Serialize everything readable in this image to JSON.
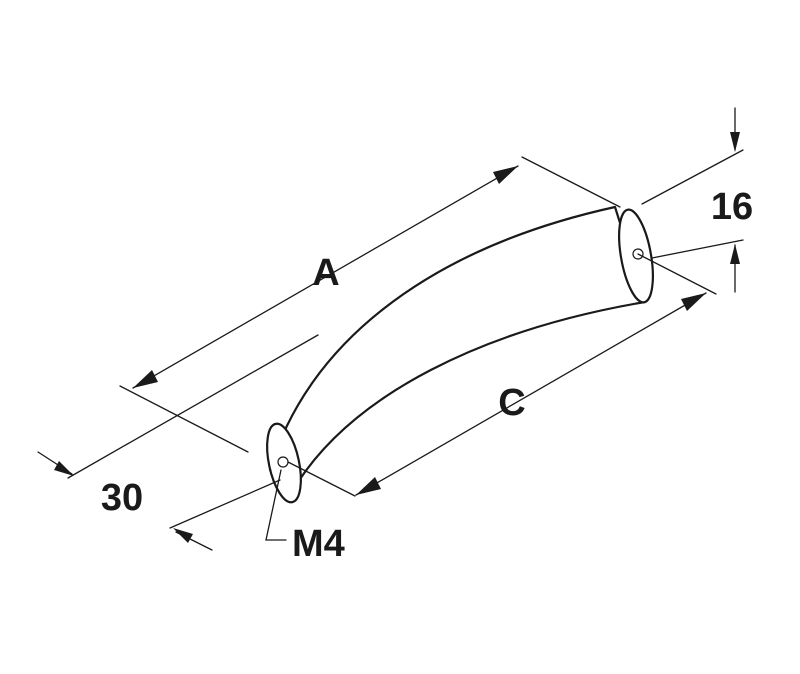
{
  "labels": {
    "length_a": "A",
    "length_c": "C",
    "height": "16",
    "projection": "30",
    "thread": "M4"
  },
  "colors": {
    "ink": "#1a1a1a",
    "background": "#ffffff"
  }
}
